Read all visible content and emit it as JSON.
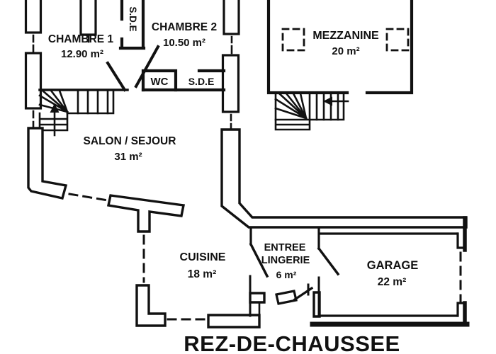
{
  "plan_title": "REZ-DE-CHAUSSEE",
  "rooms": {
    "chambre1": {
      "name": "CHAMBRE 1",
      "area": "12.90 m²"
    },
    "chambre2": {
      "name": "CHAMBRE 2",
      "area": "10.50 m²"
    },
    "mezzanine": {
      "name": "MEZZANINE",
      "area": "20 m²"
    },
    "salon": {
      "name": "SALON / SEJOUR",
      "area": "31 m²"
    },
    "cuisine": {
      "name": "CUISINE",
      "area": "18 m²"
    },
    "entree": {
      "name": "ENTREE",
      "name2": "LINGERIE",
      "area": "6 m²"
    },
    "garage": {
      "name": "GARAGE",
      "area": "22 m²"
    },
    "wc": {
      "name": "WC"
    },
    "sde_top": {
      "name": "S.D.E"
    },
    "sde_mid": {
      "name": "S.D.E"
    }
  },
  "colors": {
    "wall": "#111111",
    "background": "#ffffff"
  }
}
